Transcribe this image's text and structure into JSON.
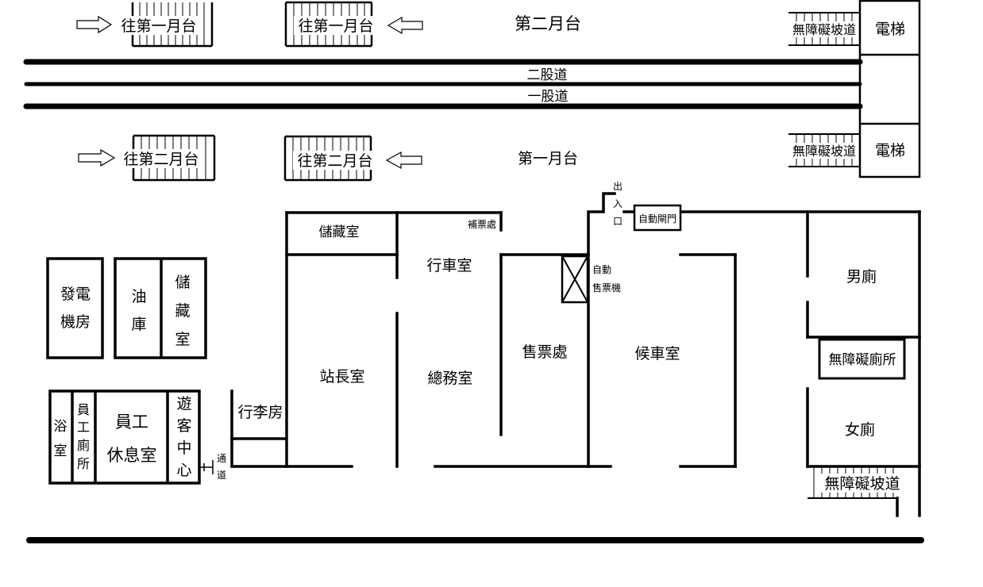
{
  "platform2": {
    "title": "第二月台",
    "stair_left_label": "往第一月台",
    "stair_mid_label": "往第一月台",
    "ramp_label": "無障礙坡道",
    "elevator_label": "電梯"
  },
  "tracks": {
    "track2_label": "二股道",
    "track1_label": "一股道"
  },
  "platform1": {
    "title": "第一月台",
    "stair_left_label": "往第二月台",
    "stair_mid_label": "往第二月台",
    "ramp_label": "無障礙坡道",
    "elevator_label": "電梯"
  },
  "station": {
    "storage_top": "儲藏室",
    "fare_adjustment": "補票處",
    "dispatch_room": "行車室",
    "stationmaster_room": "站長室",
    "general_affairs": "總務室",
    "ticket_office": "售票處",
    "ticket_machine": [
      "自動",
      "售票機"
    ],
    "entrance": [
      "出",
      "入",
      "口"
    ],
    "auto_gate": "自動閘門",
    "waiting_room": "候車室",
    "mens_toilet": "男廁",
    "accessible_toilet": "無障礙廁所",
    "womens_toilet": "女廁",
    "ramp_bottom": "無障礙坡道",
    "baggage_room": "行李房",
    "passage": [
      "通",
      "道"
    ]
  },
  "outbuildings": {
    "generator_room": [
      "發電",
      "機房"
    ],
    "oil_depot": [
      "油",
      "庫"
    ],
    "storage_side": [
      "儲",
      "藏",
      "室"
    ],
    "bathroom": [
      "浴",
      "室"
    ],
    "staff_toilet": [
      "員",
      "工",
      "廁",
      "所"
    ],
    "staff_lounge": [
      "員工",
      "休息室"
    ],
    "visitor_center": [
      "遊",
      "客",
      "中",
      "心"
    ]
  }
}
